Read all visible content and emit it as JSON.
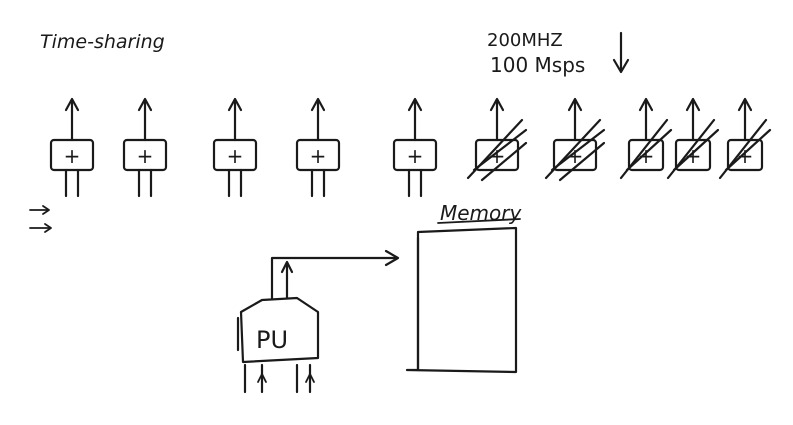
{
  "title": "Time-sharing",
  "clock": {
    "freq": "200MHZ",
    "rate": "100 Msps"
  },
  "adders": [
    {
      "symbol": "+",
      "crossed": false
    },
    {
      "symbol": "+",
      "crossed": false
    },
    {
      "symbol": "+",
      "crossed": false
    },
    {
      "symbol": "+",
      "crossed": false
    },
    {
      "symbol": "+",
      "crossed": false
    },
    {
      "symbol": "+",
      "crossed": true
    },
    {
      "symbol": "+",
      "crossed": true
    },
    {
      "symbol": "+",
      "crossed": true
    },
    {
      "symbol": "+",
      "crossed": true
    },
    {
      "symbol": "+",
      "crossed": true
    }
  ],
  "memory": {
    "label": "Memory"
  },
  "processing_unit": {
    "label": "PU"
  }
}
